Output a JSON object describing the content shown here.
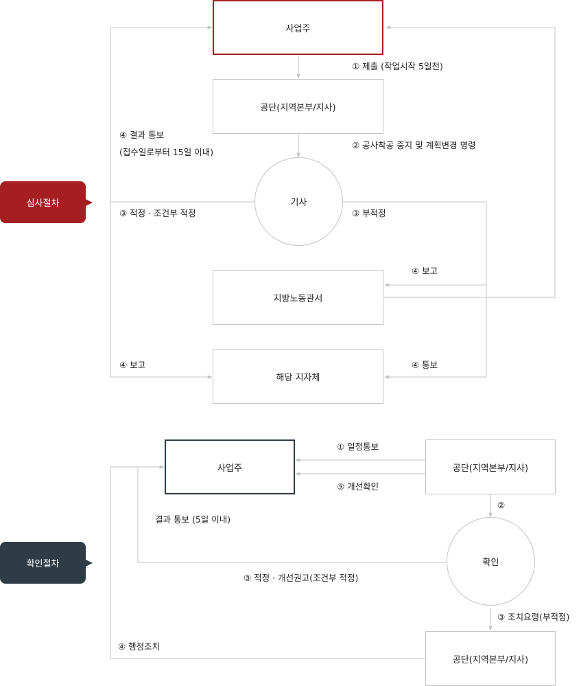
{
  "colors": {
    "review_accent": "#a51e22",
    "confirm_accent": "#2e3c46",
    "line": "#c4c4c4"
  },
  "review": {
    "tag": "심사절차",
    "nodes": {
      "owner": "사업주",
      "agency": "공단(지역본부/지사)",
      "minister": "기사",
      "labor_office": "지방노동관서",
      "local_gov": "해당 지자체"
    },
    "labels": {
      "submit": "① 제출 (작업시작 5일전)",
      "stop_order": "② 공사착공 중지 및 계획변경 명령",
      "result_notice_1": "④ 결과 통보",
      "result_notice_2": "(접수일로부터 15일 이내)",
      "proper": "③ 적정 · 조건부 적정",
      "improper": "③ 부적정",
      "report_labor": "④ 보고",
      "report_local": "④ 보고",
      "notify_local": "④ 통보"
    }
  },
  "confirm": {
    "tag": "확인절차",
    "nodes": {
      "owner": "사업주",
      "agency_top": "공단(지역본부/지사)",
      "check": "확인",
      "agency_bottom": "공단(지역본부/지사)"
    },
    "labels": {
      "schedule": "① 일정통보",
      "improve_check": "⑤ 개선확인",
      "step2": "②",
      "result_notice": "결과 통보 (5일 이내)",
      "proper": "③ 적정 · 개선권고(조건부 적정)",
      "action": "③ 조치요령(부적정)",
      "admin": "④ 행정조치"
    }
  }
}
